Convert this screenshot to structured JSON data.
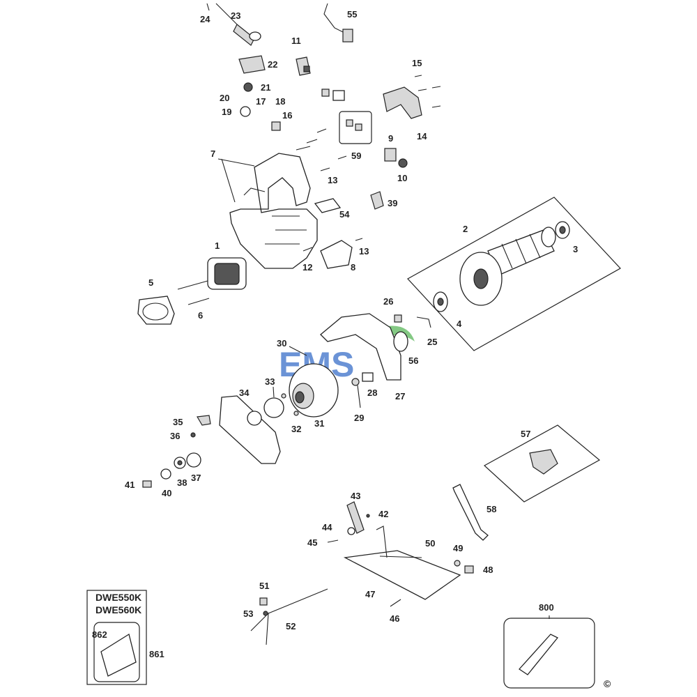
{
  "labels": {
    "p1": "1",
    "p2": "2",
    "p3": "3",
    "p4": "4",
    "p5": "5",
    "p6": "6",
    "p7": "7",
    "p8": "8",
    "p9": "9",
    "p10": "10",
    "p11": "11",
    "p12": "12",
    "p13a": "13",
    "p13b": "13",
    "p14": "14",
    "p15": "15",
    "p16": "16",
    "p17": "17",
    "p18": "18",
    "p19": "19",
    "p20": "20",
    "p21": "21",
    "p22": "22",
    "p23": "23",
    "p24": "24",
    "p25": "25",
    "p26": "26",
    "p27": "27",
    "p28": "28",
    "p29": "29",
    "p30": "30",
    "p31": "31",
    "p32": "32",
    "p33": "33",
    "p34": "34",
    "p35": "35",
    "p36": "36",
    "p37": "37",
    "p38": "38",
    "p39": "39",
    "p40": "40",
    "p41": "41",
    "p42": "42",
    "p43": "43",
    "p44": "44",
    "p45": "45",
    "p46": "46",
    "p47": "47",
    "p48": "48",
    "p49": "49",
    "p50": "50",
    "p51": "51",
    "p52": "52",
    "p53": "53",
    "p54": "54",
    "p55": "55",
    "p56": "56",
    "p57": "57",
    "p58": "58",
    "p59": "59",
    "p800": "800",
    "p861": "861",
    "p862": "862"
  },
  "kit_box": {
    "line1": "DWE550K",
    "line2": "DWE560K"
  },
  "watermark": "EMS",
  "copyright": "©",
  "colors": {
    "watermark_blue": "#3a6fc9",
    "watermark_green": "#5cb85c",
    "line": "#222222"
  }
}
